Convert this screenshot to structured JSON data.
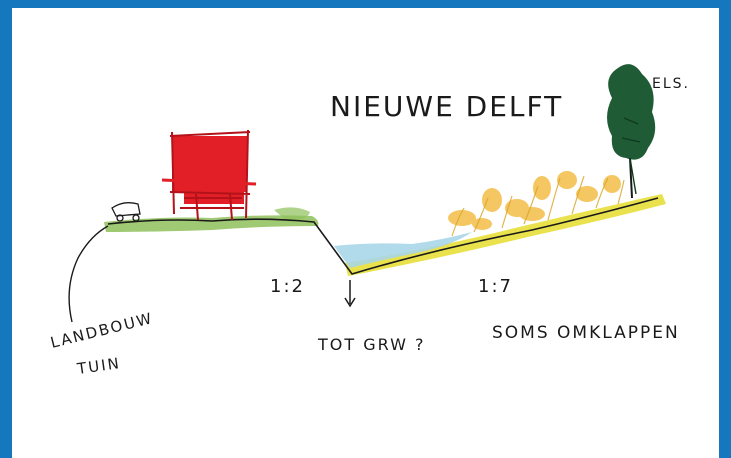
{
  "title": "NIEUWE DELFT",
  "labels": {
    "tree": "ELS.",
    "slope_left": "1:2",
    "slope_right": "1:7",
    "ditch": "TOT GRW ?",
    "path_line1": "LANDBOUW",
    "path_line2": "TUIN",
    "note": "SOMS OMKLAPPEN"
  },
  "colors": {
    "frame": "#1577be",
    "paper": "#ffffff",
    "house": "#e21f26",
    "grass": "#8fc05a",
    "slope": "#e7df3a",
    "water": "#a9d6e8",
    "flowers": "#f2b52e",
    "tree": "#1f5c36"
  }
}
